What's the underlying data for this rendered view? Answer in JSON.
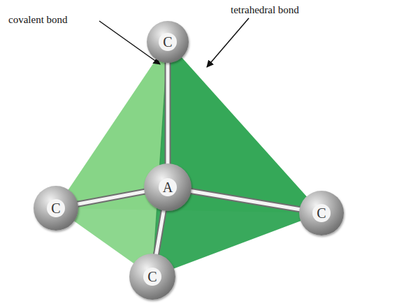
{
  "diagram": {
    "nodes": [
      {
        "text": [
          "C"
        ]
      },
      {
        "text": [
          "A"
        ]
      },
      {
        "text": [
          "C"
        ]
      },
      {
        "text": [
          "C"
        ]
      },
      {
        "text": [
          "C"
        ]
      }
    ],
    "edges": [
      {
        "from": 1,
        "to": 0,
        "arrow": "none"
      },
      {
        "from": 1,
        "to": 2,
        "arrow": "none"
      },
      {
        "from": 1,
        "to": 3,
        "arrow": "none"
      },
      {
        "from": 1,
        "to": 4,
        "arrow": "none"
      }
    ],
    "labels": [
      "covalent bond",
      "tetrahedral bond"
    ]
  }
}
